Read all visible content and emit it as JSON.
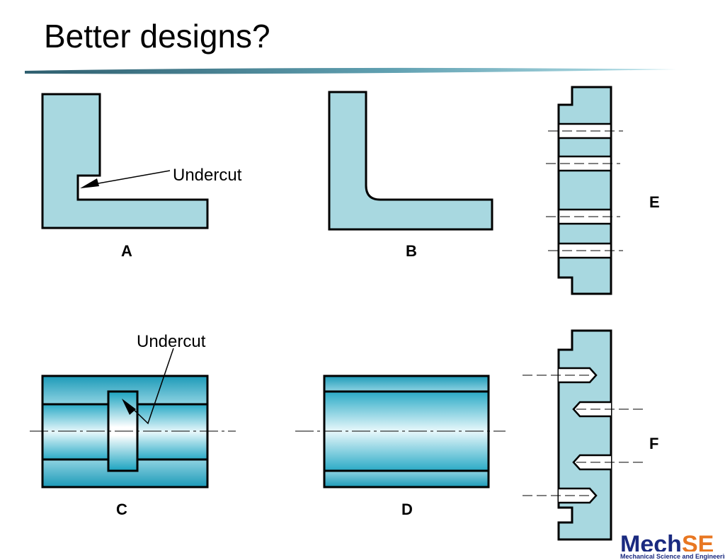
{
  "slide": {
    "title": "Better designs?"
  },
  "figure_labels": {
    "a": "A",
    "b": "B",
    "c": "C",
    "d": "D",
    "e": "E",
    "f": "F"
  },
  "annotations": {
    "undercut_a": "Undercut",
    "undercut_c": "Undercut"
  },
  "logo": {
    "part1": "Mech",
    "part2": "SE",
    "subtitle": "Mechanical Science and Engineering",
    "colors": {
      "mech": "#1a2a80",
      "se": "#e87722"
    }
  },
  "colors": {
    "part_fill": "#a8d8e0",
    "cyl_dark": "#1aa3c0",
    "title_bar": "#6aa8b8"
  }
}
